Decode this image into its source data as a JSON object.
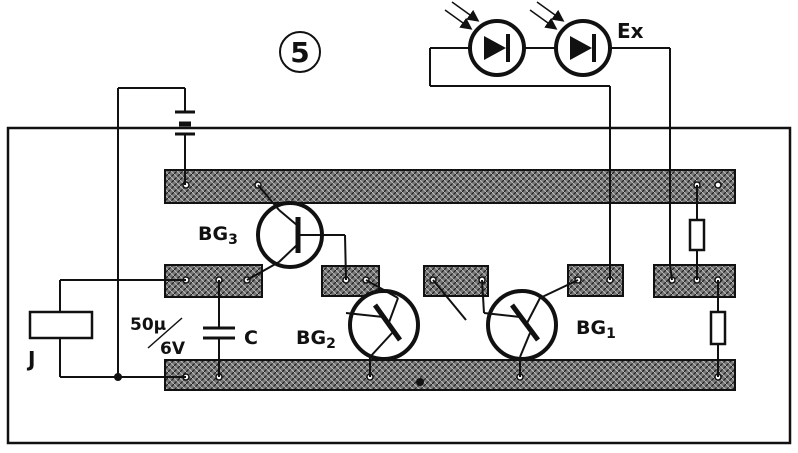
{
  "figure_number": "5",
  "labels": {
    "ex": "Ex",
    "bg1": "BG",
    "bg1_sub": "1",
    "bg2": "BG",
    "bg2_sub": "2",
    "bg3": "BG",
    "bg3_sub": "3",
    "cap_value_top": "50µ",
    "cap_value_bottom": "6V",
    "cap_name": "C",
    "relay": "J"
  },
  "colors": {
    "ink": "#111111",
    "paper": "#ffffff"
  }
}
